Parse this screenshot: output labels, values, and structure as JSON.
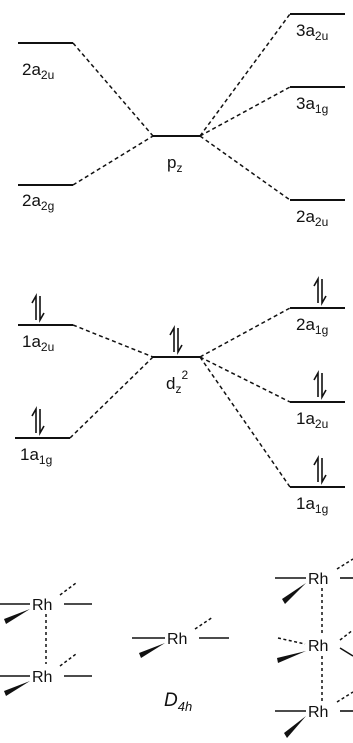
{
  "mo_diagram": {
    "upper": {
      "left": [
        {
          "main": "2a",
          "sub": "2u"
        },
        {
          "main": "2a",
          "sub": "2g"
        }
      ],
      "center": {
        "main": "p",
        "sub": "z"
      },
      "right": [
        {
          "main": "3a",
          "sub": "2u"
        },
        {
          "main": "3a",
          "sub": "1g"
        },
        {
          "main": "2a",
          "sub": "2u"
        }
      ]
    },
    "lower": {
      "left": [
        {
          "main": "1a",
          "sub": "2u",
          "electrons": 2
        },
        {
          "main": "1a",
          "sub": "1g",
          "electrons": 2
        }
      ],
      "center": {
        "main": "d",
        "sub": "z",
        "sup": "2",
        "electrons": 2
      },
      "right": [
        {
          "main": "2a",
          "sub": "1g",
          "electrons": 2
        },
        {
          "main": "1a",
          "sub": "2u",
          "electrons": 2
        },
        {
          "main": "1a",
          "sub": "1g",
          "electrons": 2
        }
      ]
    }
  },
  "structures": {
    "metal_label": "Rh",
    "symmetry": {
      "main": "D",
      "sub": "4h"
    }
  }
}
